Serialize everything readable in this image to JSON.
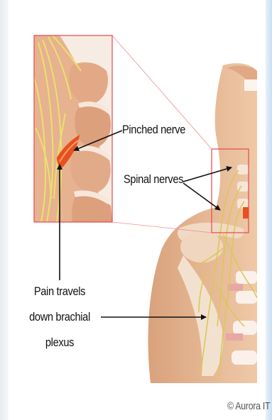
{
  "labels": {
    "pinched_nerve": "Pinched nerve",
    "spinal_nerves": "Spinal nerves",
    "pain_line1": "Pain travels",
    "pain_line2": "down brachial",
    "pain_line3": "plexus"
  },
  "copyright": "© Aurora IT",
  "colors": {
    "inset_border": "#e5484d",
    "skin": "#e7b996",
    "bone": "#f3e4d6",
    "nerve": "#e8dc6a",
    "inflamed": "#e8501e",
    "arrow": "#111111"
  }
}
